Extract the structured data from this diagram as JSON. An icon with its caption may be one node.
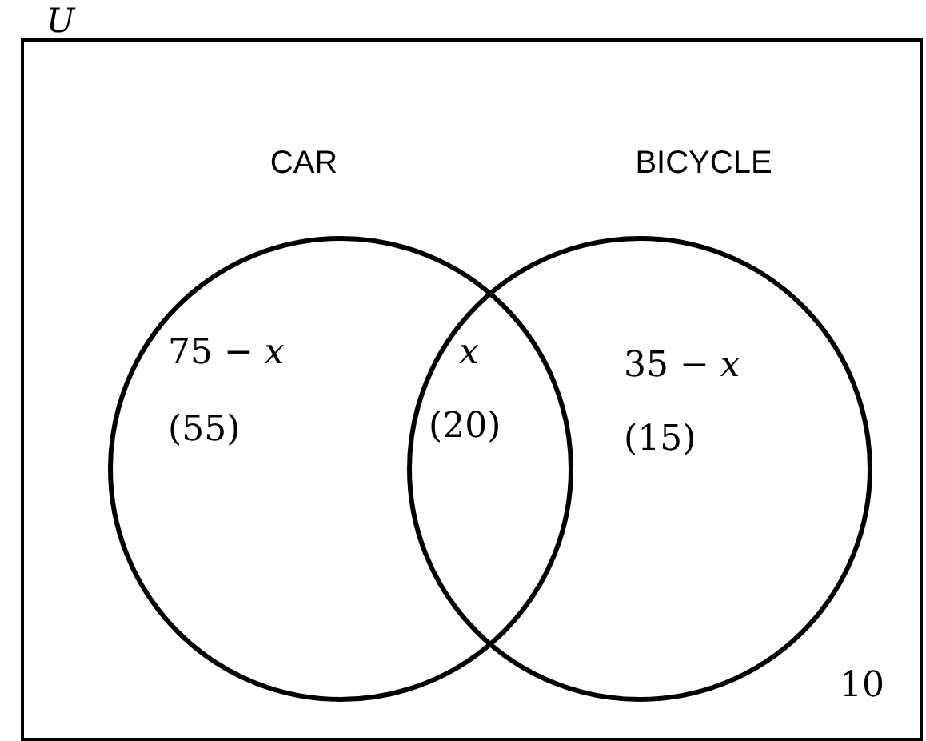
{
  "diagram": {
    "nodes": [
      {
        "text": [
          "U"
        ]
      },
      {
        "text": [
          "CAR"
        ],
        "in": 0
      },
      {
        "text": [
          "BICYCLE"
        ],
        "in": 0
      }
    ],
    "labels": [
      "75 − *x*",
      "(55)",
      "x",
      "(20)",
      "35 − *x*",
      "(15)",
      "10"
    ]
  }
}
